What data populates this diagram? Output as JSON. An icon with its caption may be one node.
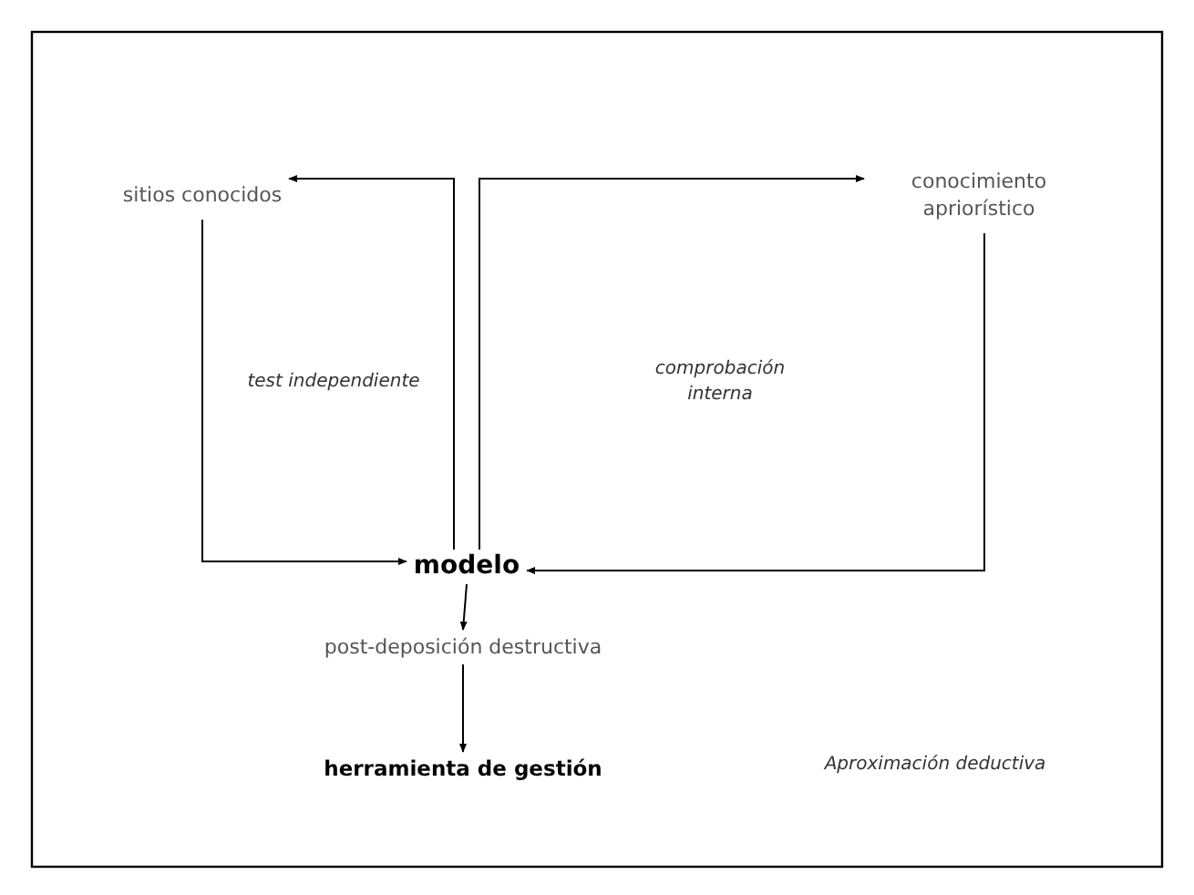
{
  "diagram": {
    "nodes": [
      {
        "text": [
          "sitios conocidos"
        ]
      },
      {
        "text": [
          "conocimiento apriorístico"
        ]
      },
      {
        "text": [
          "modelo"
        ]
      },
      {
        "text": [
          "post-deposición destructiva"
        ]
      },
      {
        "text": [
          "herramienta de gestión"
        ]
      }
    ],
    "edges": [
      {
        "from": 2,
        "to": 0,
        "arrow": "to"
      },
      {
        "from": 2,
        "to": 1,
        "arrow": "to"
      },
      {
        "from": 0,
        "to": 2,
        "arrow": "to"
      },
      {
        "from": 1,
        "to": 2,
        "arrow": "to"
      },
      {
        "from": 2,
        "to": 3,
        "arrow": "to"
      },
      {
        "from": 3,
        "to": 4,
        "arrow": "to"
      }
    ],
    "labels": [
      "test independiente",
      "comprobación interna",
      "Aproximación deductiva"
    ]
  }
}
